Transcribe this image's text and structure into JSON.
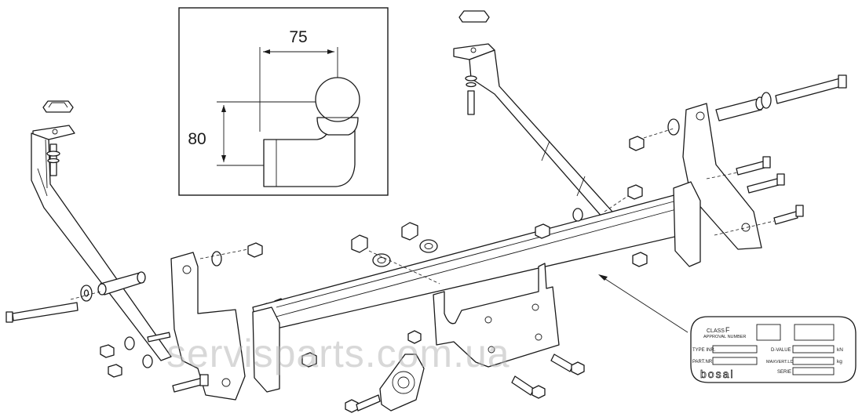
{
  "inset": {
    "dim_horizontal": "75",
    "dim_vertical": "80"
  },
  "plate": {
    "class_label": "CLASS",
    "class_value": "F",
    "approval_label": "APPROVAL NUMBER",
    "type_label": "TYPE INR.",
    "part_label": "PART.NR.",
    "dvalue_label": "D-VALUE",
    "dvalue_unit": "kN",
    "maxvert_label": "MAXVERT.LD",
    "maxvert_unit": "kg",
    "serie_label": "SERIE",
    "logo": "bosal"
  },
  "watermark": "servisparts.com.ua"
}
